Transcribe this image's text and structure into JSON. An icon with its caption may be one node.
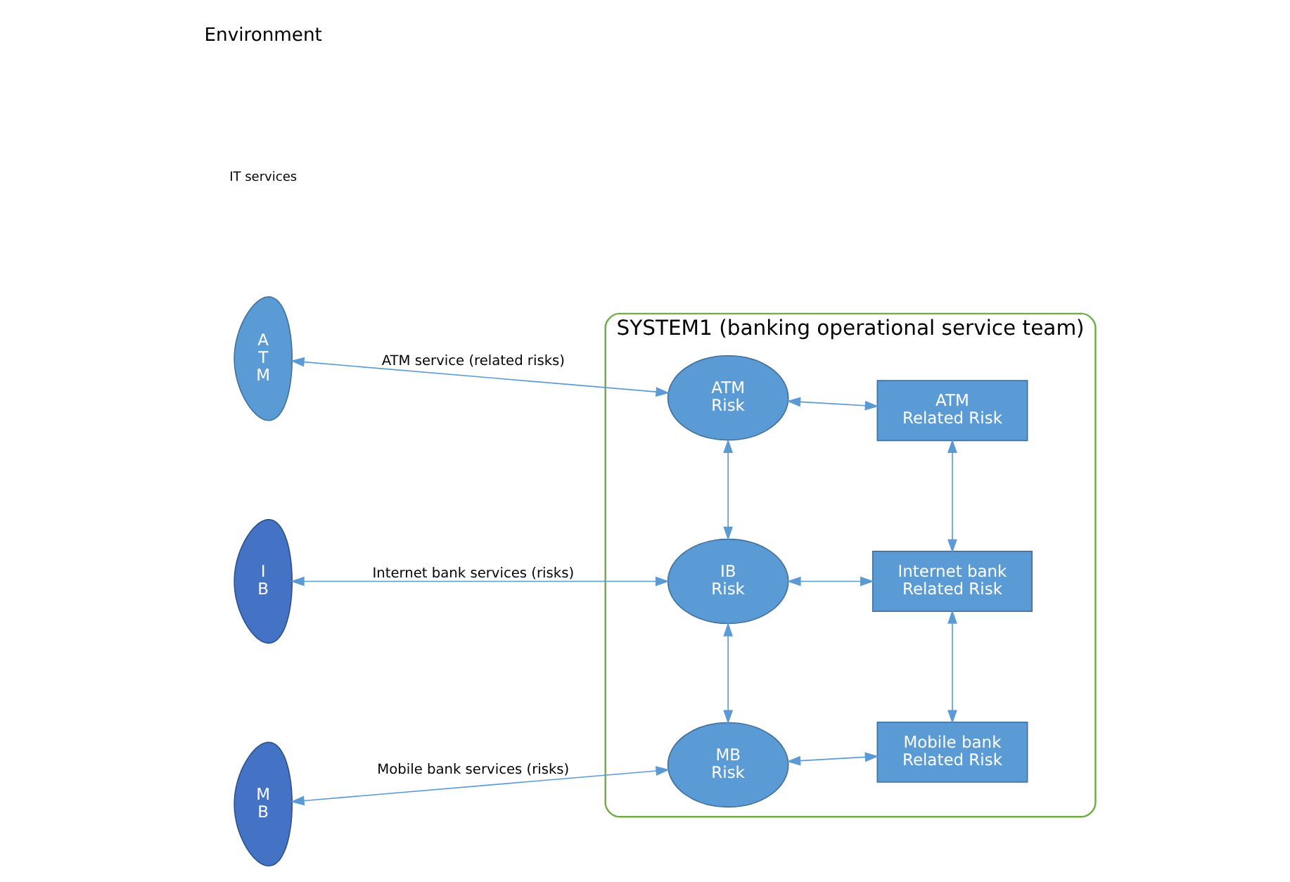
{
  "diagram": {
    "nodes": [
      {
        "text": [
          "SYSTEM1 (banking operational service team)"
        ]
      },
      {
        "text": [
          "ATM",
          "Risk"
        ],
        "in": 0
      },
      {
        "text": [
          "ATM",
          "Related Risk"
        ],
        "in": 0
      },
      {
        "text": [
          "IB",
          "Risk"
        ],
        "in": 0
      },
      {
        "text": [
          "Internet bank",
          "Related Risk"
        ],
        "in": 0
      },
      {
        "text": [
          "MB",
          "Risk"
        ],
        "in": 0
      },
      {
        "text": [
          "Mobile bank",
          "Related Risk"
        ],
        "in": 0
      },
      {
        "text": [
          "A T M"
        ]
      },
      {
        "text": [
          "I B"
        ]
      },
      {
        "text": [
          "M B"
        ]
      }
    ],
    "edges": [
      {
        "from": 7,
        "to": 1,
        "arrow": "both",
        "label": "ATM service (related risks)"
      },
      {
        "from": 8,
        "to": 3,
        "arrow": "both",
        "label": "Internet bank services (risks)"
      },
      {
        "from": 9,
        "to": 5,
        "arrow": "both",
        "label": "Mobile bank services (risks)"
      },
      {
        "from": 1,
        "to": 2,
        "arrow": "both"
      },
      {
        "from": 1,
        "to": 3,
        "arrow": "both"
      },
      {
        "from": 2,
        "to": 4,
        "arrow": "both"
      },
      {
        "from": 3,
        "to": 4,
        "arrow": "both"
      },
      {
        "from": 3,
        "to": 5,
        "arrow": "both"
      },
      {
        "from": 4,
        "to": 6,
        "arrow": "both"
      },
      {
        "from": 5,
        "to": 6,
        "arrow": "both"
      }
    ],
    "labels": [
      "Environment",
      "IT services"
    ]
  }
}
